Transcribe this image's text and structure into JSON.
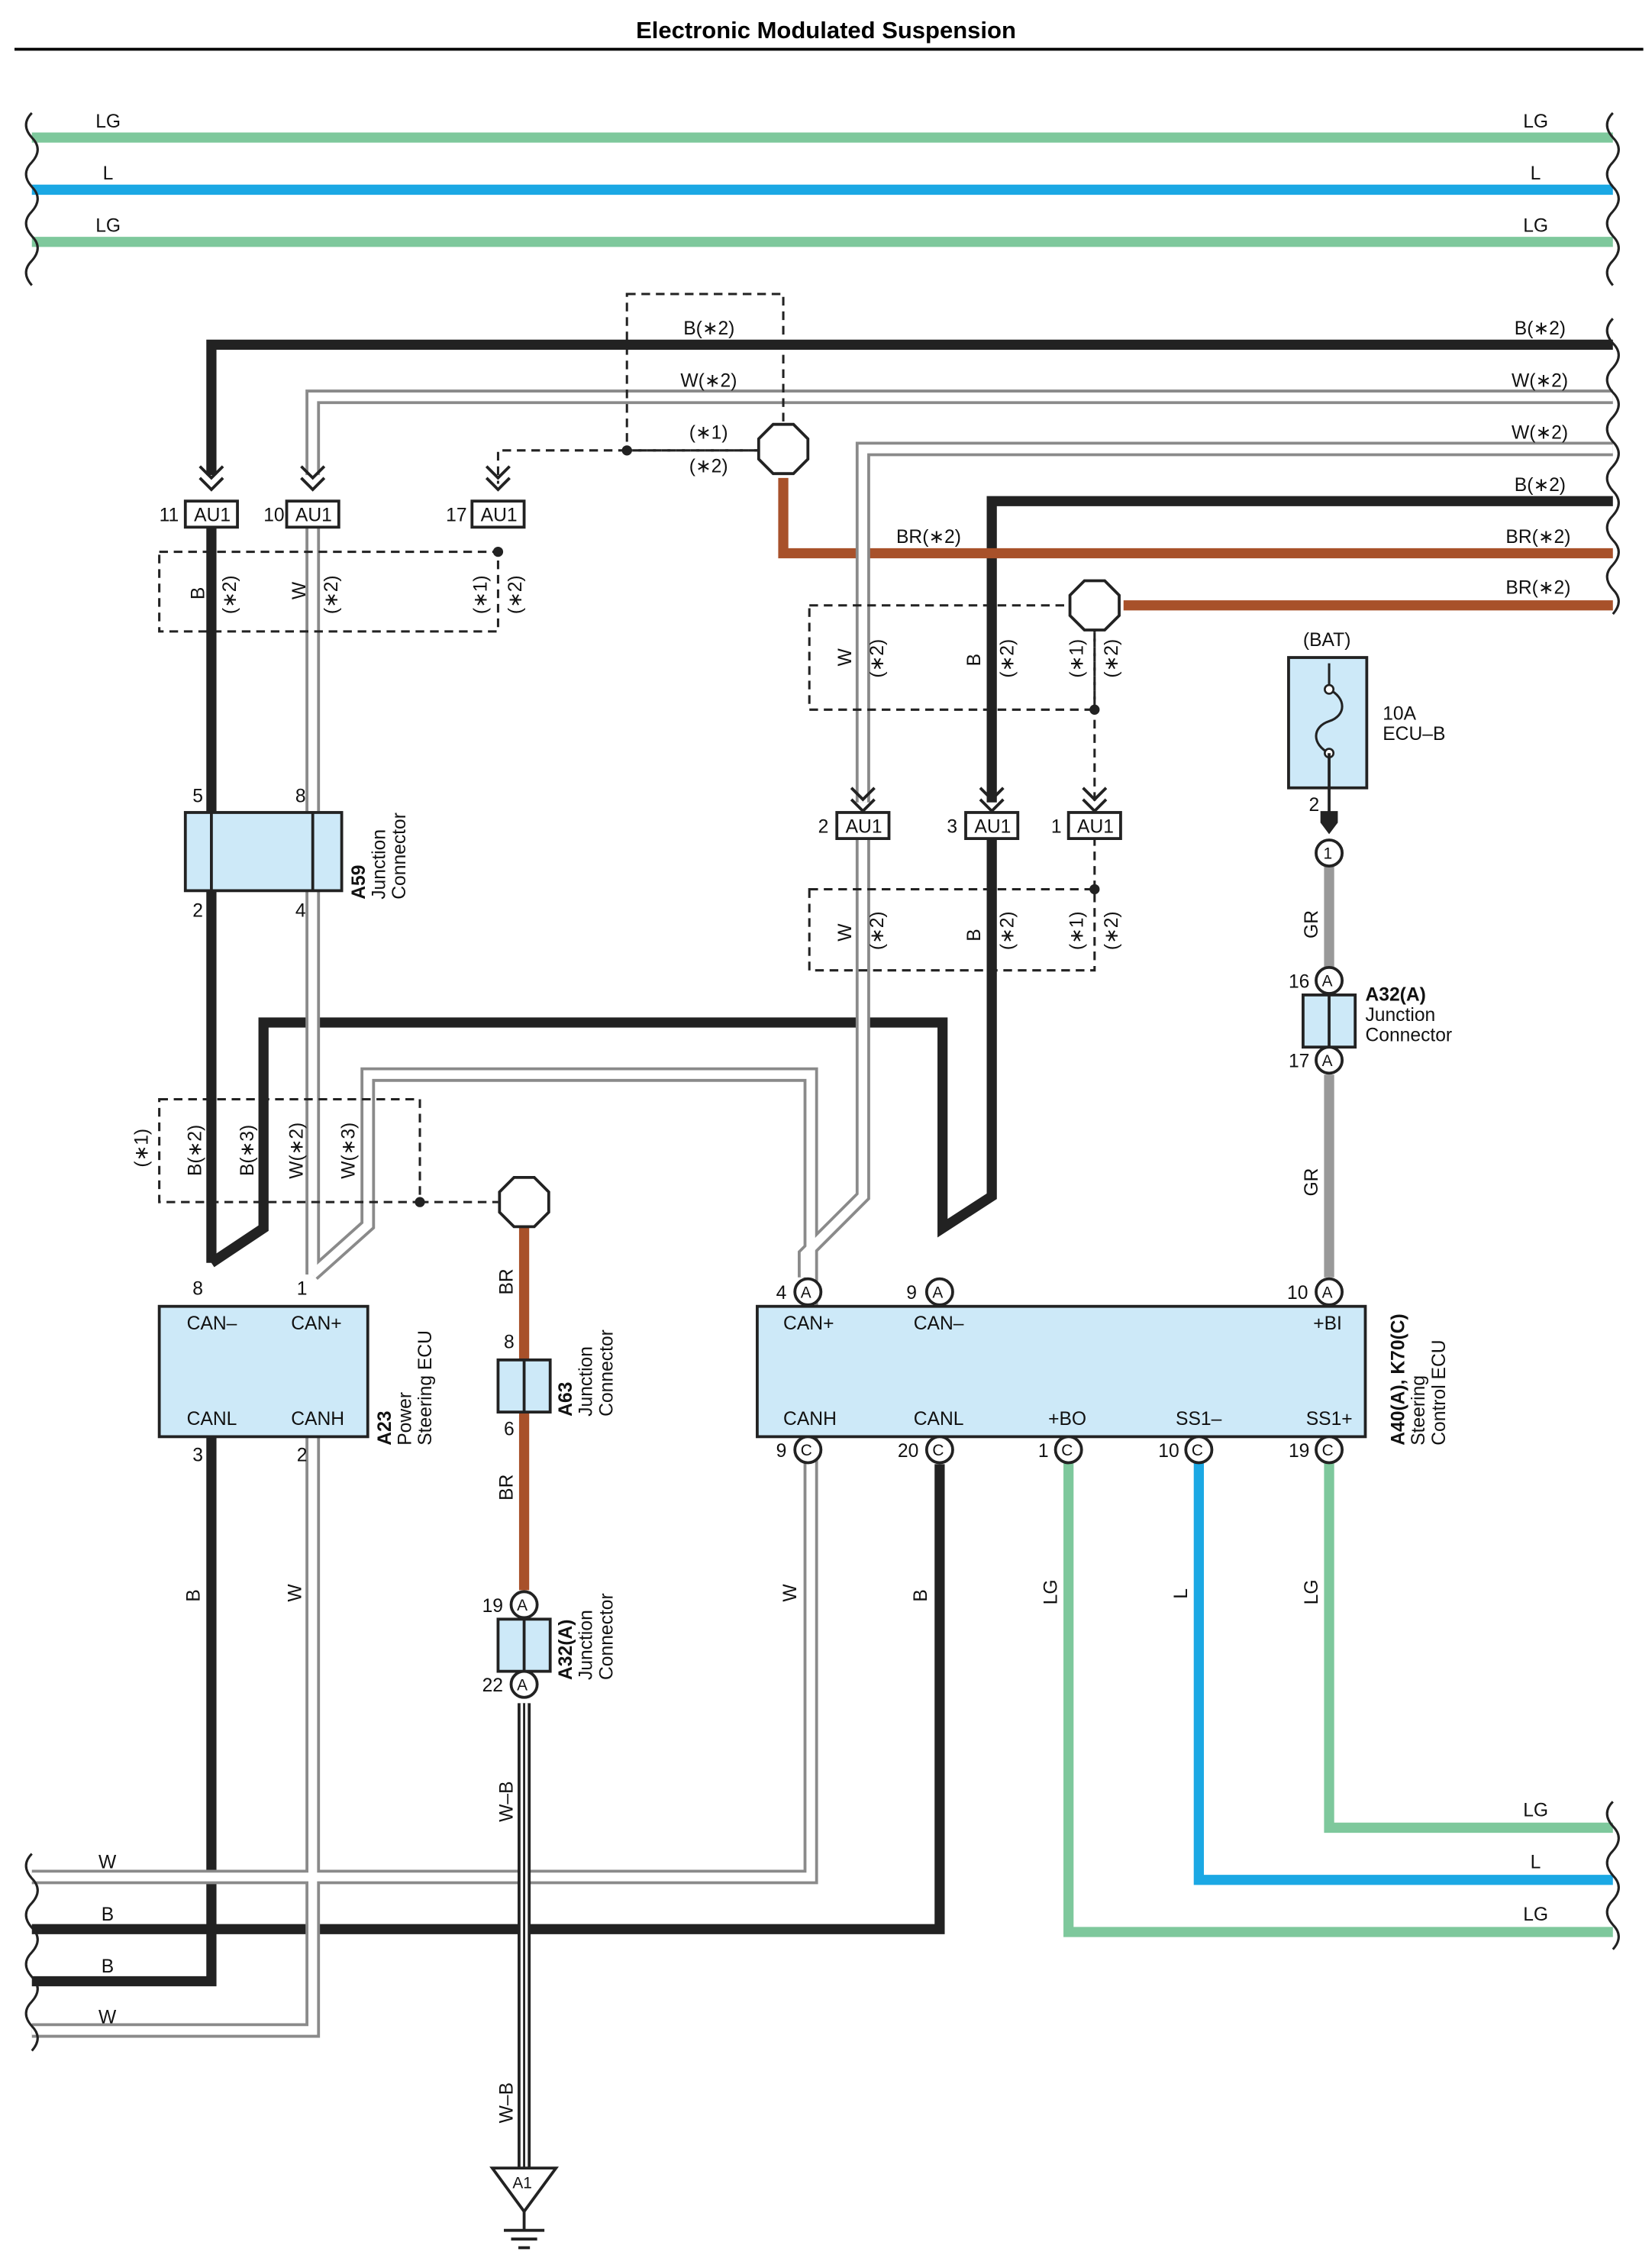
{
  "title": "Electronic Modulated Suspension",
  "colors": {
    "LG": "#7ec89c",
    "L": "#1ba8e4",
    "B": "#222222",
    "BR": "#a8512a",
    "GR": "#999999",
    "W": "#ffffff",
    "box_fill": "#cde9f8"
  },
  "wire_labels": {
    "lg": "LG",
    "l": "L",
    "b": "B",
    "w": "W",
    "br": "BR",
    "gr": "GR",
    "wb": "W–B",
    "b2": "B(∗2)",
    "w2": "W(∗2)",
    "br2": "BR(∗2)",
    "b3": "B(∗3)",
    "w3": "W(∗3)",
    "s1": "(∗1)",
    "s2": "(∗2)"
  },
  "au1": {
    "label": "AU1",
    "pins": {
      "p11": "11",
      "p10": "10",
      "p17": "17",
      "p2": "2",
      "p3": "3",
      "p1": "1"
    }
  },
  "a59": {
    "code": "A59",
    "name1": "Junction",
    "name2": "Connector",
    "pin5": "5",
    "pin8": "8",
    "pin2": "2",
    "pin4": "4"
  },
  "fuse": {
    "source": "(BAT)",
    "rating": "10A",
    "name": "ECU–B",
    "pin": "2",
    "conn_pin": "1"
  },
  "a32a_upper": {
    "code": "A32(A)",
    "name1": "Junction",
    "name2": "Connector",
    "pin16": "16",
    "pin17": "17",
    "tag": "A"
  },
  "a23": {
    "code": "A23",
    "name1": "Power",
    "name2": "Steering ECU",
    "can_minus": "CAN–",
    "can_plus": "CAN+",
    "canl": "CANL",
    "canh": "CANH",
    "pin8": "8",
    "pin1": "1",
    "pin3": "3",
    "pin2": "2"
  },
  "a63": {
    "code": "A63",
    "name1": "Junction",
    "name2": "Connector",
    "pin8": "8",
    "pin6": "6"
  },
  "a32a_lower": {
    "code": "A32(A)",
    "name1": "Junction",
    "name2": "Connector",
    "pin19": "19",
    "pin22": "22",
    "tag": "A"
  },
  "ecu": {
    "code": "A40(A), K70(C)",
    "name1": "Steering",
    "name2": "Control ECU",
    "can_plus": "CAN+",
    "can_minus": "CAN–",
    "bi": "+BI",
    "canh": "CANH",
    "canl": "CANL",
    "bo": "+BO",
    "ss1m": "SS1–",
    "ss1p": "SS1+",
    "tag_a": "A",
    "tag_c": "C",
    "pin4": "4",
    "pin9a": "9",
    "pin10a": "10",
    "pin9c": "9",
    "pin20": "20",
    "pin1": "1",
    "pin10c": "10",
    "pin19": "19"
  },
  "ground": {
    "label": "A1"
  }
}
